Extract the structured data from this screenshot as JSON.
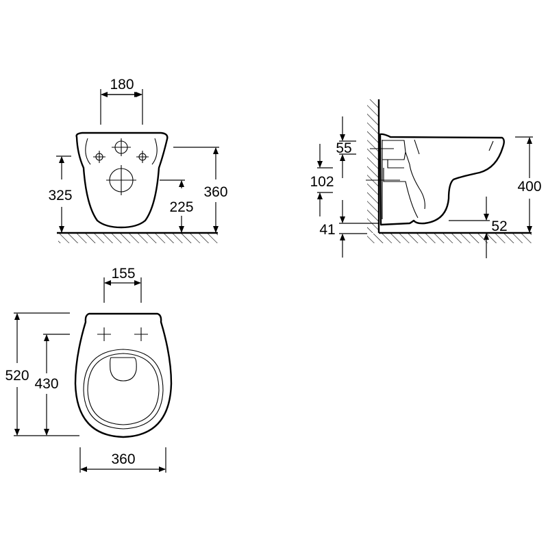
{
  "front_view": {
    "width_holes": "180",
    "height_holes": "325",
    "height_outlet": "225",
    "height_top": "360"
  },
  "top_view": {
    "width_holes": "155",
    "length_total": "520",
    "length_holes": "430",
    "width_total": "360"
  },
  "side_view": {
    "dim_55": "55",
    "dim_102": "102",
    "dim_41": "41",
    "dim_52": "52",
    "height_total": "400"
  },
  "colors": {
    "line": "#000000",
    "background": "#ffffff"
  }
}
